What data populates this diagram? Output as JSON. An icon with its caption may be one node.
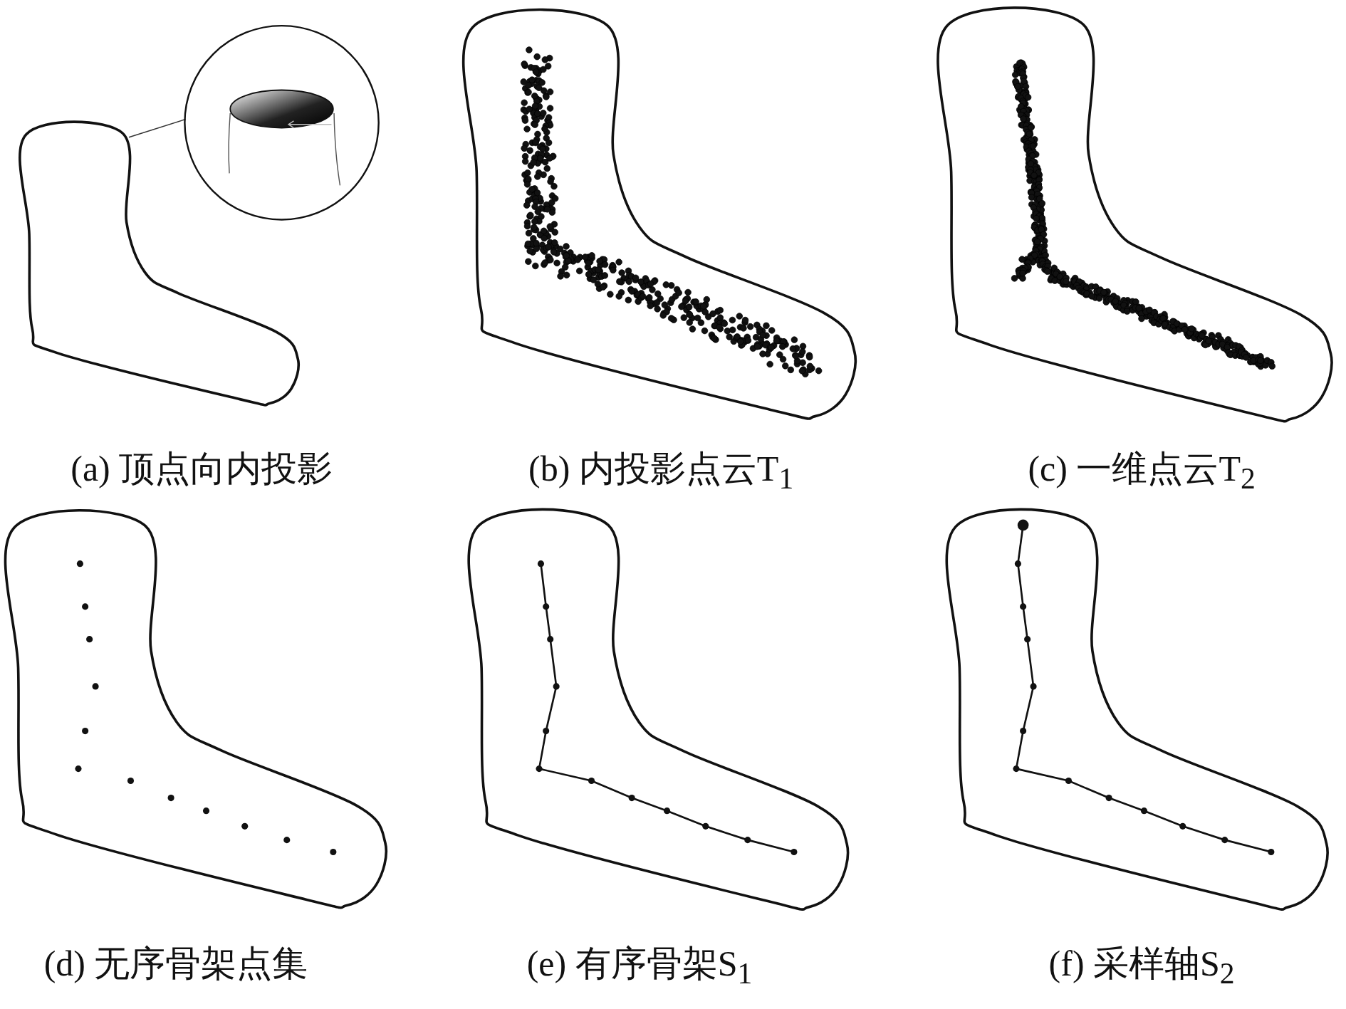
{
  "diagram": {
    "labels": [
      "(a)  顶点向内投影",
      "(b)  内投影点云T$_{1}$",
      "(c)  一维点云T$_{2}$",
      "(d)  无序骨架点集",
      "(e)  有序骨架S$_{1}$",
      "(f)  采样轴S$_{2}$"
    ]
  }
}
